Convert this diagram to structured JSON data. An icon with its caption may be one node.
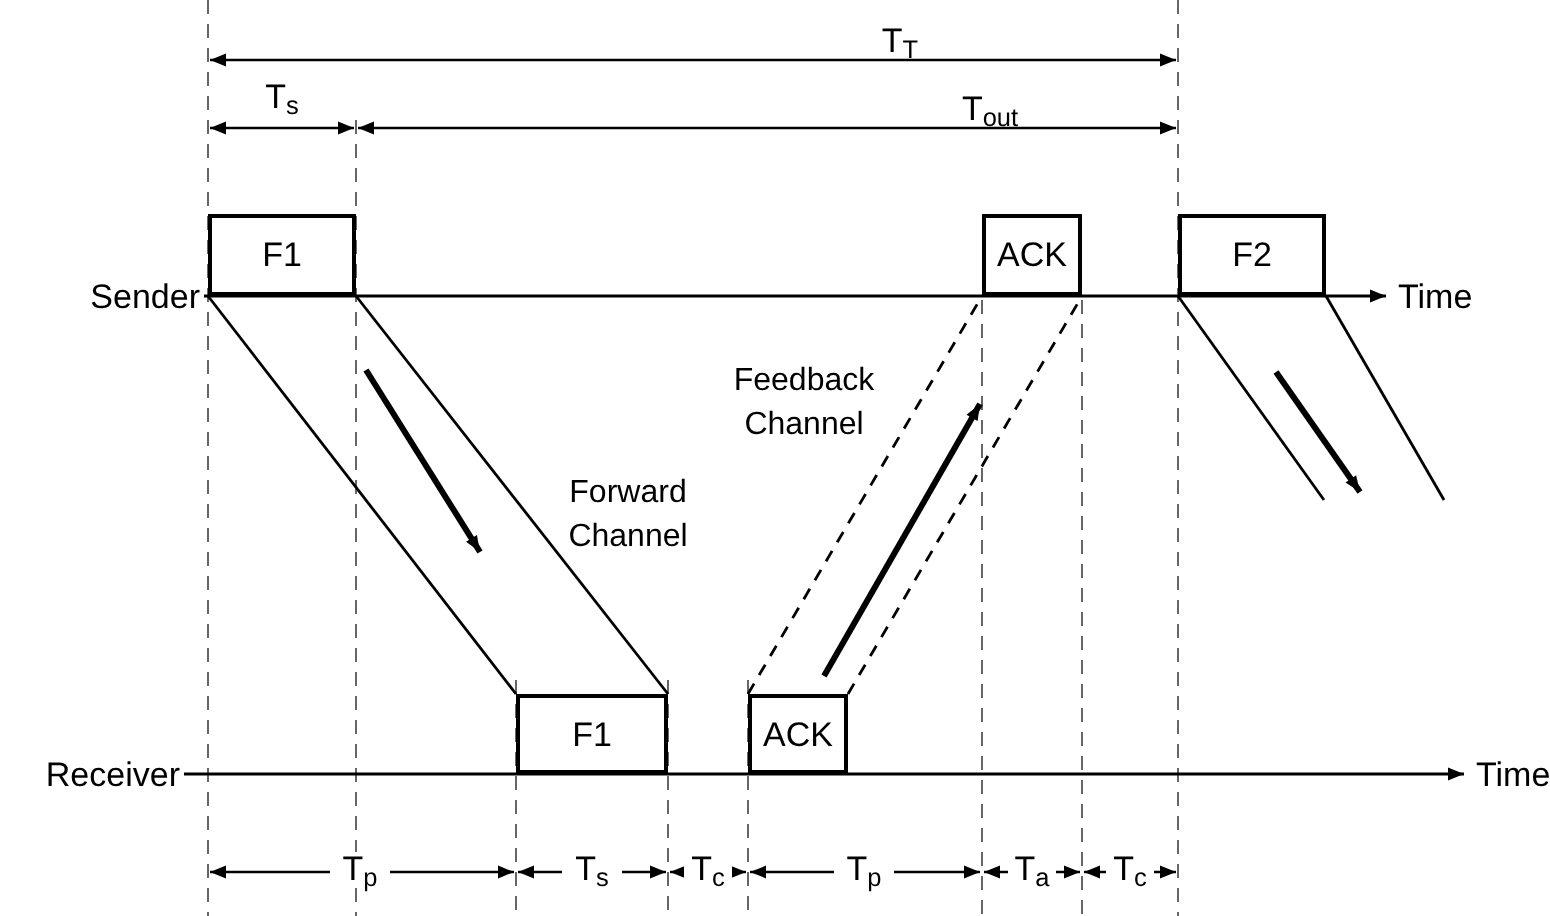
{
  "diagram": {
    "nodes": [
      {
        "text": [
          "Sender"
        ]
      },
      {
        "text": [
          "F1"
        ]
      },
      {
        "text": [
          "ACK"
        ]
      },
      {
        "text": [
          "F2"
        ]
      },
      {
        "text": [
          "Time"
        ]
      },
      {
        "text": [
          "Receiver"
        ]
      },
      {
        "text": [
          "F1"
        ]
      },
      {
        "text": [
          "ACK"
        ]
      },
      {
        "text": [
          "Time"
        ]
      }
    ],
    "edges": [
      {
        "from": 0,
        "to": 4,
        "arrow": "to"
      },
      {
        "from": 5,
        "to": 8,
        "arrow": "to"
      },
      {
        "from": 1,
        "to": 6,
        "arrow": "none"
      },
      {
        "from": 1,
        "to": 6,
        "arrow": "none"
      },
      {
        "from": 7,
        "to": 2,
        "arrow": "none",
        "style": "dashed"
      },
      {
        "from": 7,
        "to": 2,
        "arrow": "none",
        "style": "dashed"
      },
      {
        "from": 3,
        "to": null,
        "arrow": "none"
      },
      {
        "from": 3,
        "to": null,
        "arrow": "none"
      }
    ],
    "labels": [
      "T$_{T}$",
      "T$_{s}$",
      "T$_{out}$",
      "Forward Channel",
      "Feedback Channel",
      "T$_{p}$",
      "T$_{s}$",
      "T$_{c}$",
      "T$_{p}$",
      "T$_{a}$",
      "T$_{c}$"
    ]
  }
}
